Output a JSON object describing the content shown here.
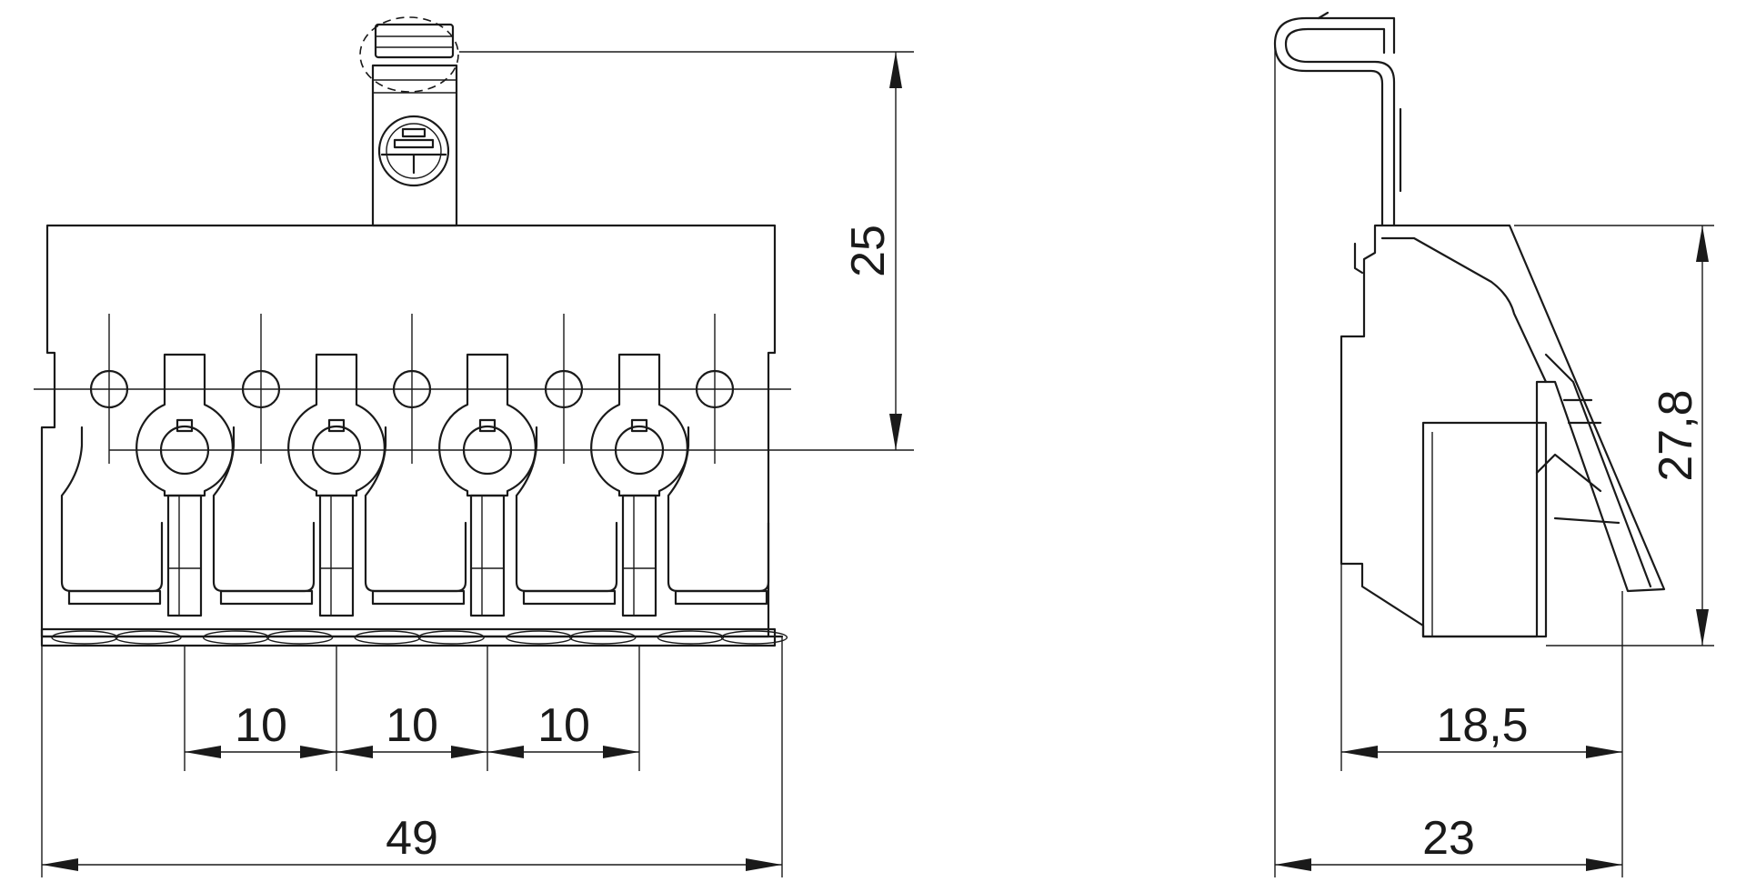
{
  "colors": {
    "line": "#1a1a1a",
    "background": "#ffffff"
  },
  "front_view": {
    "dimensions": {
      "pitch_1": "10",
      "pitch_2": "10",
      "pitch_3": "10",
      "overall_width": "49",
      "height_top": "25"
    }
  },
  "side_view": {
    "dimensions": {
      "height": "27,8",
      "depth_inner": "18,5",
      "depth_overall": "23"
    }
  },
  "symbols": {
    "ground": "ground-terminal-icon"
  }
}
